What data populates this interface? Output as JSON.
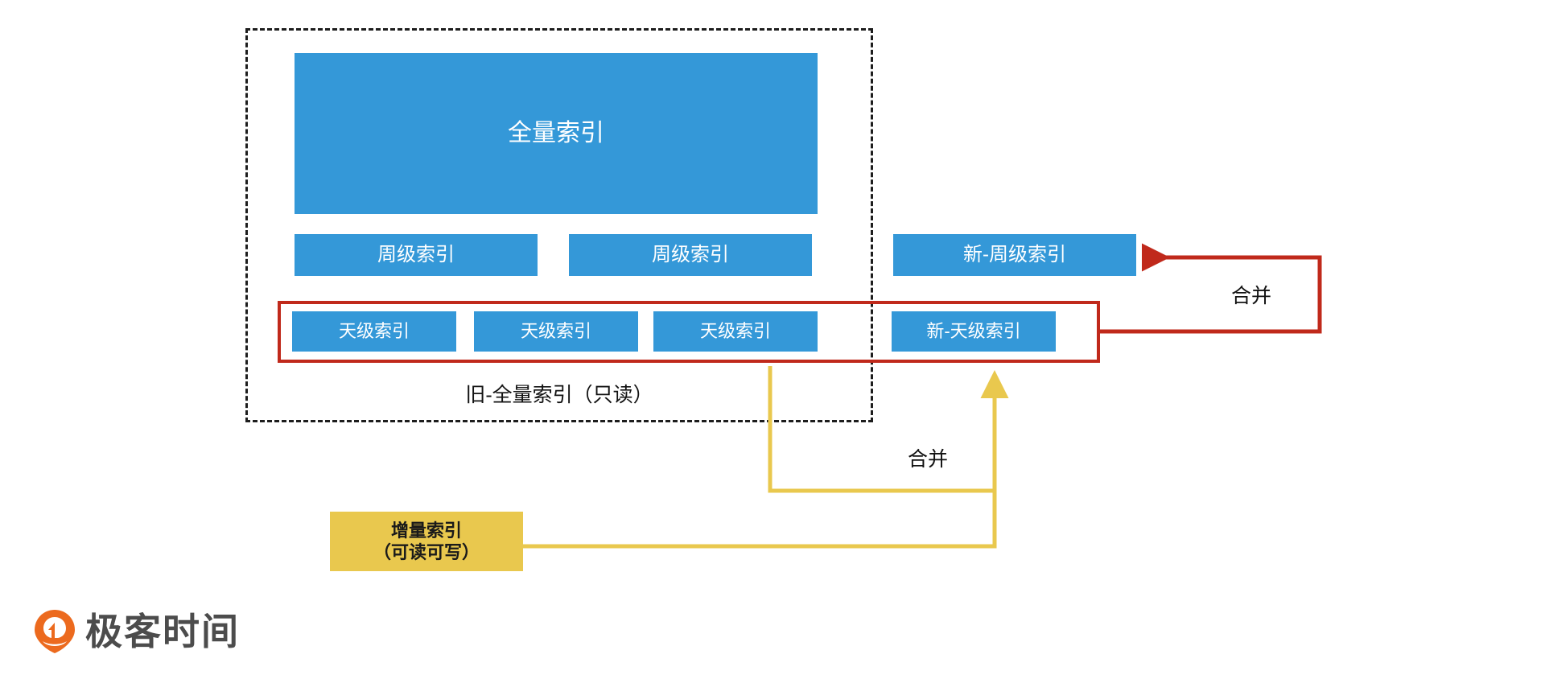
{
  "diagram": {
    "title_caption": "旧-全量索引（只读）",
    "old_container": {
      "label": "旧-全量索引（只读）",
      "full_index": "全量索引",
      "weekly": [
        {
          "label": "周级索引"
        },
        {
          "label": "周级索引"
        }
      ],
      "daily": [
        {
          "label": "天级索引"
        },
        {
          "label": "天级索引"
        },
        {
          "label": "天级索引"
        }
      ]
    },
    "new_boxes": {
      "weekly_new": "新-周级索引",
      "daily_new": "新-天级索引"
    },
    "incremental": {
      "line1": "增量索引",
      "line2": "（可读可写）"
    },
    "connectors": [
      {
        "name": "merge-red",
        "label": "合并",
        "color": "#c0291b",
        "from": "新-天级索引",
        "to": "新-周级索引"
      },
      {
        "name": "merge-yellow",
        "label": "合并",
        "color": "#e9c84e",
        "from": "增量索引（可读可写）",
        "to": "新-天级索引"
      }
    ],
    "colors": {
      "box_blue": "#3498d8",
      "box_yellow": "#e9c84e",
      "arrow_red": "#c0291b",
      "arrow_yellow": "#e9c84e",
      "dashed_border": "#1d1d1d",
      "logo_orange": "#ec6a1e",
      "logo_text": "#4c4c4c",
      "background": "#ffffff"
    }
  },
  "branding": {
    "logo_text": "极客时间",
    "logo_icon": "geektime-logo-icon"
  }
}
